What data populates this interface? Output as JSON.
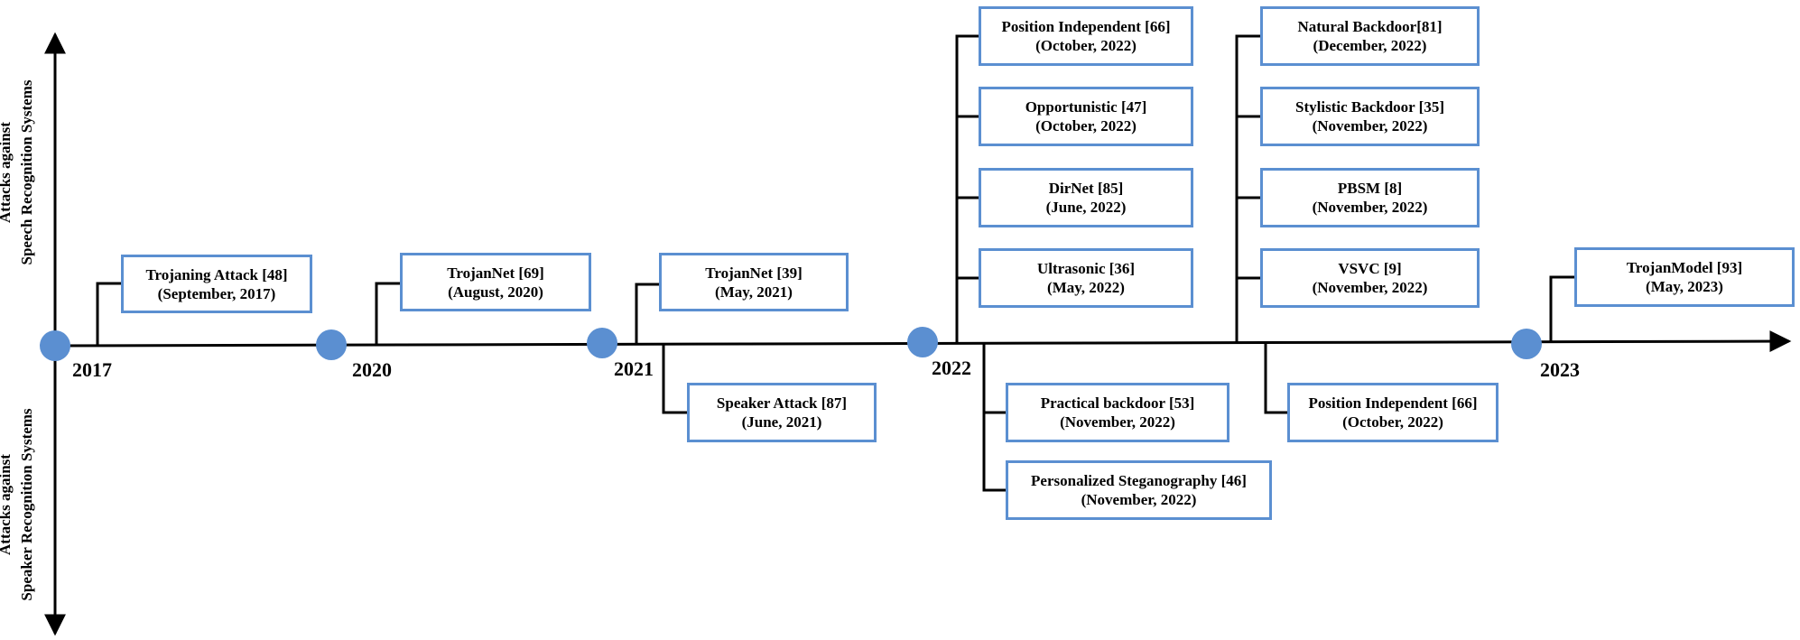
{
  "axis_labels": {
    "upper": [
      "Attacks against",
      "Speech Recognition Systems"
    ],
    "lower": [
      "Attacks against",
      "Speaker Recognition Systems"
    ]
  },
  "colors": {
    "node": "#5b8fd1",
    "box_border": "#5b8fd1",
    "line": "#000000"
  },
  "years": [
    "2017",
    "2020",
    "2021",
    "2022",
    "2023"
  ],
  "events": [
    {
      "title": "Trojaning Attack [48]",
      "date": "(September, 2017)"
    },
    {
      "title": "TrojanNet [69]",
      "date": "(August, 2020)"
    },
    {
      "title": "TrojanNet [39]",
      "date": "(May, 2021)"
    },
    {
      "title": "Speaker Attack [87]",
      "date": "(June, 2021)"
    },
    {
      "title": "Position Independent [66]",
      "date": "(October, 2022)"
    },
    {
      "title": "Opportunistic [47]",
      "date": "(October, 2022)"
    },
    {
      "title": "DirNet [85]",
      "date": "(June, 2022)"
    },
    {
      "title": "Ultrasonic [36]",
      "date": "(May, 2022)"
    },
    {
      "title": "Practical backdoor [53]",
      "date": "(November, 2022)"
    },
    {
      "title": "Personalized Steganography [46]",
      "date": "(November, 2022)"
    },
    {
      "title": "Natural Backdoor[81]",
      "date": "(December, 2022)"
    },
    {
      "title": "Stylistic Backdoor [35]",
      "date": "(November, 2022)"
    },
    {
      "title": "PBSM [8]",
      "date": "(November, 2022)"
    },
    {
      "title": "VSVC [9]",
      "date": "(November, 2022)"
    },
    {
      "title": "Position Independent [66]",
      "date": "(October, 2022)"
    },
    {
      "title": "TrojanModel [93]",
      "date": "(May, 2023)"
    }
  ]
}
